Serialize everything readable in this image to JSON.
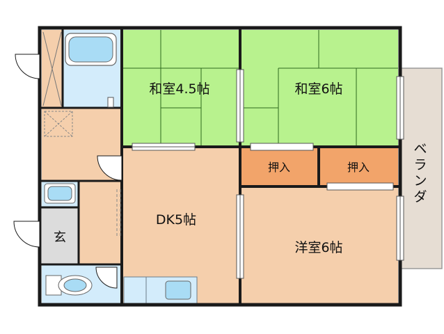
{
  "rooms": {
    "washitsu_a": "和室4.5帖",
    "washitsu_b": "和室6帖",
    "dk": "DK5帖",
    "yoshitsu": "洋室6帖",
    "oshiire_a": "押入",
    "oshiire_b": "押入",
    "genkan": "玄",
    "veranda": [
      "ベ",
      "ラ",
      "ン",
      "ダ"
    ]
  },
  "colors": {
    "tatami": "#b8f28e",
    "tatami_line": "#2e6a1e",
    "floor": "#f5cfac",
    "closet": "#f2a46a",
    "wet": "#d3ecfb",
    "fixture": "#a9dcf5",
    "veranda": "#e6ddd3",
    "genkan": "#dcdcdc",
    "wall": "#1a1a1a"
  }
}
